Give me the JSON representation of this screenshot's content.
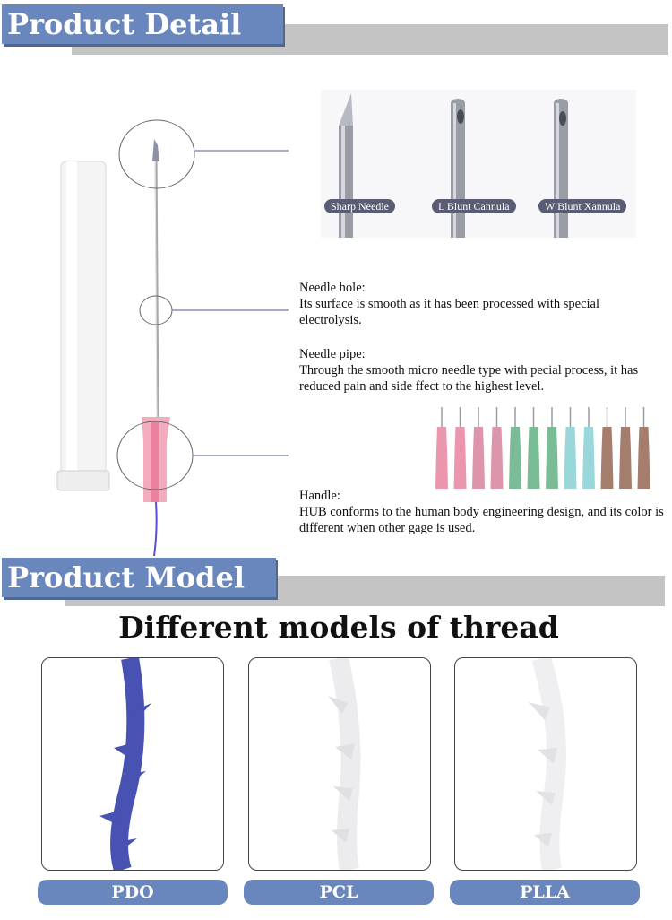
{
  "sections": {
    "detail_title": "Product Detail",
    "model_title": "Product Model"
  },
  "tips": [
    {
      "label": "Sharp Needle"
    },
    {
      "label": "L Blunt Cannula"
    },
    {
      "label": "W Blunt Xannula"
    }
  ],
  "descriptions": {
    "hole_title": "Needle hole:",
    "hole_text": "Its surface is smooth as it has been processed with special electrolysis.",
    "pipe_title": "Needle pipe:",
    "pipe_text": "Through the smooth micro needle type with pecial process, it has reduced pain and side ffect to the highest level.",
    "handle_title": "Handle:",
    "handle_text": "HUB conforms to the human body engineering design, and its color is different when other gage is used."
  },
  "models": {
    "heading": "Different models of thread",
    "items": [
      {
        "label": "PDO",
        "color": "#4752b3"
      },
      {
        "label": "PCL",
        "color": "#ececef"
      },
      {
        "label": "PLLA",
        "color": "#efeff1"
      }
    ]
  },
  "hub_colors": [
    "#e98aa6",
    "#e98aa6",
    "#d98aa2",
    "#d98aa2",
    "#6cb58a",
    "#6cb58a",
    "#6cb58a",
    "#8fd3d6",
    "#8fd3d6",
    "#9b6f5c",
    "#9b6f5c",
    "#9b6f5c"
  ]
}
